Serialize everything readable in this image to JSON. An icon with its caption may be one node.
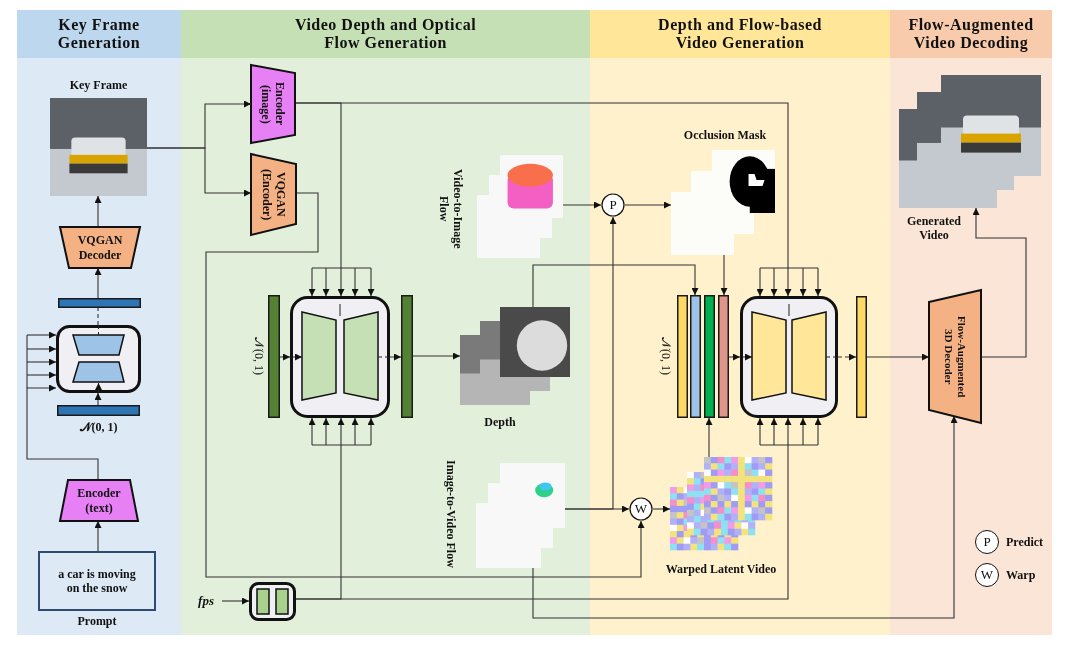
{
  "diagram": {
    "nodes": [
      {
        "text": [
          "Key Frame Generation"
        ]
      },
      {
        "text": [
          "Video Depth and Optical Flow Generation"
        ]
      },
      {
        "text": [
          "Depth and Flow-based Video Generation"
        ]
      },
      {
        "text": [
          "Flow-Augmented Video Decoding"
        ]
      },
      {
        "text": [],
        "shape": "picture",
        "in": 0,
        "beside": [
          "Key Frame"
        ]
      },
      {
        "text": [
          "VQGAN Decoder"
        ],
        "in": 0
      },
      {
        "text": [],
        "shape": "bar",
        "in": 0
      },
      {
        "text": [],
        "shape": "box",
        "in": 0
      },
      {
        "text": [],
        "shape": "bar",
        "in": 0,
        "beside": [
          "𝒩(0, 1)"
        ]
      },
      {
        "text": [
          "Encoder (text)"
        ],
        "in": 0
      },
      {
        "text": [
          "a car is moving on the snow"
        ],
        "in": 0,
        "beside": [
          "Prompt"
        ]
      },
      {
        "text": [
          "Encoder (image)"
        ],
        "in": 1
      },
      {
        "text": [
          "VQGAN (Encoder)"
        ],
        "in": 1
      },
      {
        "text": [],
        "shape": "box",
        "in": 1
      },
      {
        "text": [],
        "shape": "bar",
        "in": 1,
        "beside": [
          "𝒩(0, 1)"
        ]
      },
      {
        "text": [],
        "shape": "bar",
        "in": 1
      },
      {
        "text": [],
        "shape": "picture",
        "in": 1,
        "beside": [
          "Video-to-Image Flow"
        ]
      },
      {
        "text": [],
        "shape": "picture",
        "in": 1,
        "beside": [
          "Depth"
        ]
      },
      {
        "text": [],
        "shape": "picture",
        "in": 1,
        "beside": [
          "Image-to-Video Flow"
        ]
      },
      {
        "text": [],
        "shape": "box",
        "in": 1
      },
      {
        "text": [
          "fps"
        ],
        "in": 1
      },
      {
        "text": [
          "P"
        ],
        "in": 2
      },
      {
        "text": [],
        "shape": "picture",
        "in": 2,
        "beside": [
          "Occlusion Mask"
        ]
      },
      {
        "text": [],
        "shape": "bar",
        "in": 2,
        "beside": [
          "𝒩(0, 1)"
        ]
      },
      {
        "text": [],
        "shape": "bar",
        "in": 2
      },
      {
        "text": [],
        "shape": "bar",
        "in": 2
      },
      {
        "text": [],
        "shape": "bar",
        "in": 2
      },
      {
        "text": [],
        "shape": "box",
        "in": 2
      },
      {
        "text": [],
        "shape": "bar",
        "in": 2
      },
      {
        "text": [
          "W"
        ],
        "in": 2
      },
      {
        "text": [],
        "shape": "picture",
        "in": 2,
        "beside": [
          "Warped Latent Video"
        ]
      },
      {
        "text": [
          "Flow-Augmented 3D Decoder"
        ],
        "in": 3
      },
      {
        "text": [],
        "shape": "picture",
        "in": 3,
        "beside": [
          "Generated Video"
        ]
      }
    ],
    "edges": [
      {
        "from": 4,
        "to": 11,
        "arrow": "to"
      },
      {
        "from": 4,
        "to": 12,
        "arrow": "to"
      },
      {
        "from": 5,
        "to": 4,
        "arrow": "to"
      },
      {
        "from": 6,
        "to": 5,
        "arrow": "to"
      },
      {
        "from": 7,
        "to": 6,
        "arrow": "none",
        "style": "dashed"
      },
      {
        "from": 8,
        "to": 7,
        "arrow": "to"
      },
      {
        "from": 9,
        "to": 7,
        "arrow": "to"
      },
      {
        "from": 10,
        "to": 9,
        "arrow": "to"
      },
      {
        "from": 11,
        "to": 13,
        "arrow": "to"
      },
      {
        "from": 11,
        "to": 27,
        "arrow": "to"
      },
      {
        "from": 12,
        "to": 29,
        "arrow": "to"
      },
      {
        "from": 14,
        "to": 13,
        "arrow": "to"
      },
      {
        "from": 13,
        "to": 15,
        "arrow": "to",
        "style": "dashed"
      },
      {
        "from": 15,
        "to": 17,
        "arrow": "to"
      },
      {
        "from": 16,
        "to": 21,
        "arrow": "to"
      },
      {
        "from": 21,
        "to": 22,
        "arrow": "to"
      },
      {
        "from": 18,
        "to": 21,
        "arrow": "to"
      },
      {
        "from": 18,
        "to": 29,
        "arrow": "to"
      },
      {
        "from": 29,
        "to": 30,
        "arrow": "to"
      },
      {
        "from": 30,
        "to": 25,
        "arrow": "to"
      },
      {
        "from": 17,
        "to": 24,
        "arrow": "to"
      },
      {
        "from": 22,
        "to": 26,
        "arrow": "to"
      },
      {
        "from": 26,
        "to": 27,
        "arrow": "to"
      },
      {
        "from": 27,
        "to": 28,
        "arrow": "to",
        "style": "dashed"
      },
      {
        "from": 28,
        "to": 31,
        "arrow": "to"
      },
      {
        "from": 31,
        "to": 32,
        "arrow": "to"
      },
      {
        "from": 20,
        "to": 19,
        "arrow": "to"
      },
      {
        "from": 19,
        "to": 13,
        "arrow": "to"
      },
      {
        "from": 19,
        "to": 27,
        "arrow": "to"
      },
      {
        "from": 18,
        "to": 31,
        "arrow": "to"
      }
    ],
    "labels": [
      "P",
      "W"
    ],
    "legend": [
      {
        "text": "Predict"
      },
      {
        "text": "Warp"
      }
    ]
  }
}
